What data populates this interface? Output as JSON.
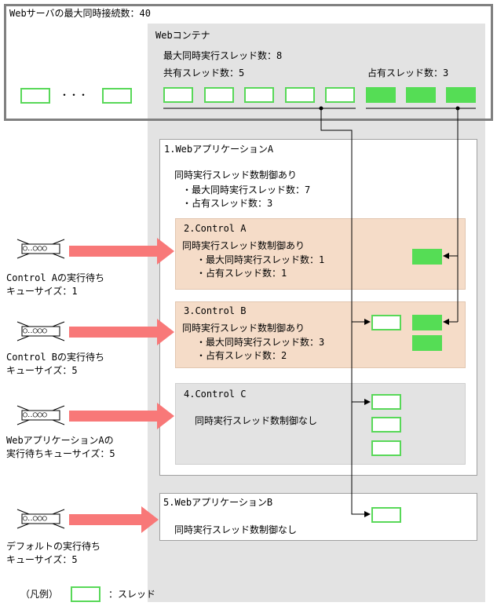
{
  "web_server": {
    "title": "Webサーバの最大同時接続数：40",
    "dots": "・・・"
  },
  "container": {
    "title": "Webコンテナ",
    "max_threads": "最大同時実行スレッド数：8",
    "shared_threads": "共有スレッド数：5",
    "exclusive_threads": "占有スレッド数：3"
  },
  "app_a": {
    "title": "1.WebアプリケーションA",
    "control_on": "同時実行スレッド数制御あり",
    "max_threads": "・最大同時実行スレッド数：7",
    "exclusive_threads": "・占有スレッド数：3"
  },
  "control_a": {
    "title": "2.Control A",
    "control_on": "同時実行スレッド数制御あり",
    "max_threads": "・最大同時実行スレッド数：1",
    "exclusive_threads": "・占有スレッド数：1"
  },
  "control_b": {
    "title": "3.Control B",
    "control_on": "同時実行スレッド数制御あり",
    "max_threads": "・最大同時実行スレッド数：3",
    "exclusive_threads": "・占有スレッド数：2"
  },
  "control_c": {
    "title": "4.Control C",
    "control_off": "同時実行スレッド数制御なし"
  },
  "app_b": {
    "title": "5.WebアプリケーションB",
    "control_off": "同時実行スレッド数制御なし"
  },
  "queues": {
    "control_a": [
      "Control Aの実行待ち",
      "キューサイズ：1"
    ],
    "control_b": [
      "Control Bの実行待ち",
      "キューサイズ：5"
    ],
    "app_a": [
      "WebアプリケーションAの",
      "実行待ちキューサイズ：5"
    ],
    "default": [
      "デフォルトの実行待ち",
      "キューサイズ：5"
    ],
    "queue_symbol": "○‥○○○"
  },
  "legend": {
    "label": "（凡例）",
    "meaning": "：スレッド"
  },
  "colors": {
    "thread_border": "#58d858",
    "thread_fill": "#55dd55",
    "arrow": "#f87878",
    "control_bg": "#f5dcc8",
    "grey_bg": "#e3e3e3"
  }
}
